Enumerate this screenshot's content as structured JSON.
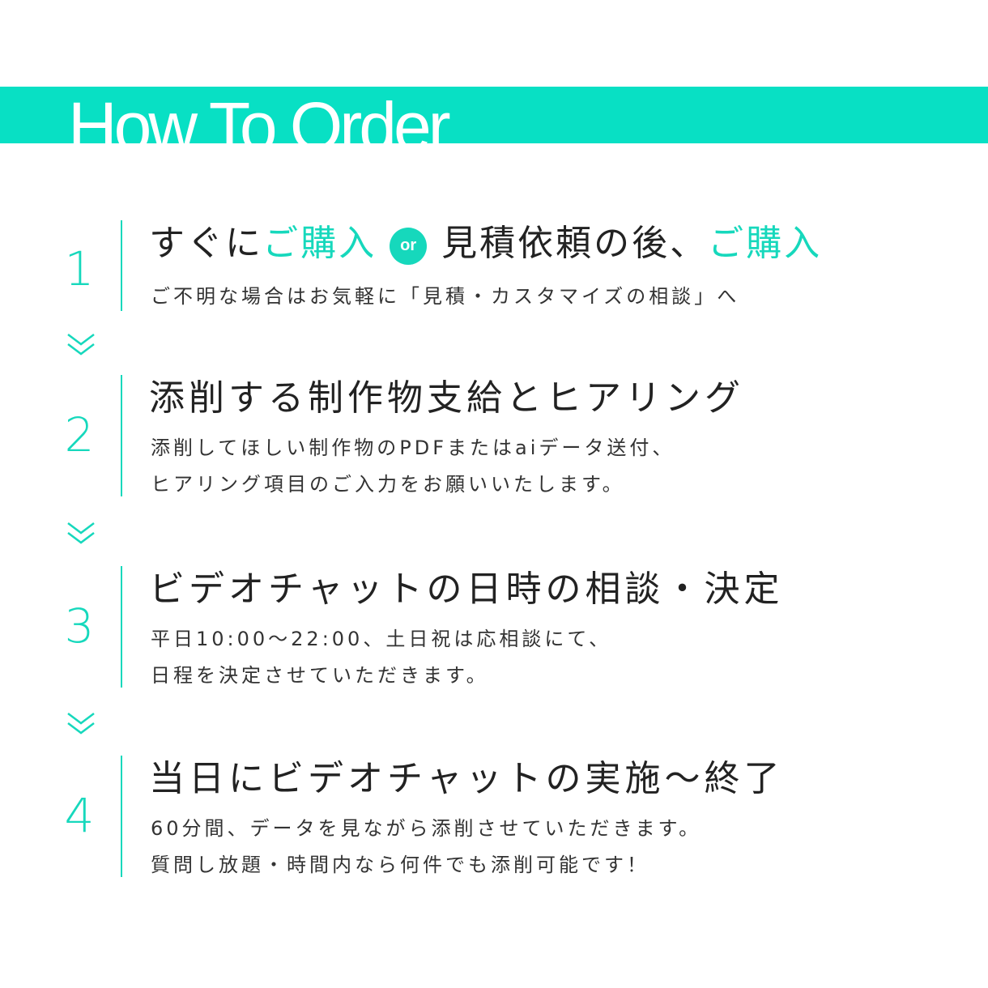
{
  "header": {
    "title": "How To Order"
  },
  "colors": {
    "banner": "#08e0c4",
    "accent": "#16d8bc",
    "text": "#222222"
  },
  "steps": [
    {
      "number": "1",
      "title_prefix": "すぐに",
      "title_accent_1": "ご購入",
      "or_label": "or",
      "title_middle": "見積依頼の後、",
      "title_accent_2": "ご購入",
      "desc_lines": [
        "ご不明な場合はお気軽に「見積・カスタマイズの相談」へ"
      ]
    },
    {
      "number": "2",
      "title": "添削する制作物支給とヒアリング",
      "desc_lines": [
        "添削してほしい制作物のPDFまたはaiデータ送付、",
        "ヒアリング項目のご入力をお願いいたします。"
      ]
    },
    {
      "number": "3",
      "title": "ビデオチャットの日時の相談・決定",
      "desc_lines": [
        "平日10:00〜22:00、土日祝は応相談にて、",
        "日程を決定させていただきます。"
      ]
    },
    {
      "number": "4",
      "title": "当日にビデオチャットの実施〜終了",
      "desc_lines": [
        "60分間、データを見ながら添削させていただきます。",
        "質問し放題・時間内なら何件でも添削可能です！"
      ]
    }
  ],
  "separator_icon": "double-chevron-down-icon"
}
